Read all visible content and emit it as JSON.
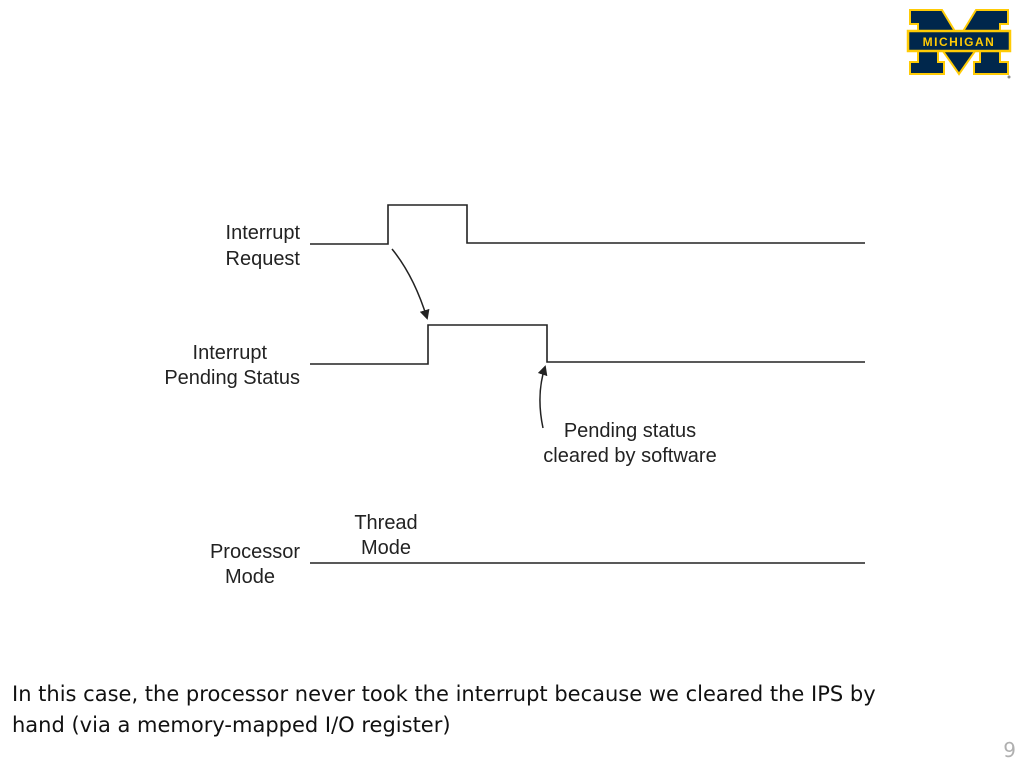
{
  "logo": {
    "text": "MICHIGAN",
    "colors": {
      "blue": "#00274c",
      "maize": "#ffcb05"
    }
  },
  "diagram": {
    "signals": [
      {
        "label_lines": [
          "Interrupt",
          "Request"
        ]
      },
      {
        "label_lines": [
          "Interrupt",
          "Pending Status"
        ]
      },
      {
        "label_lines": [
          "Processor",
          "Mode"
        ]
      }
    ],
    "annotations": {
      "pending_cleared": [
        "Pending status",
        "cleared by software"
      ],
      "thread_mode": [
        "Thread",
        "Mode"
      ]
    },
    "line_color": "#222222"
  },
  "caption": "In this case, the processor never took the interrupt because we cleared the IPS by hand (via a memory-mapped I/O register)",
  "page_number": "9"
}
